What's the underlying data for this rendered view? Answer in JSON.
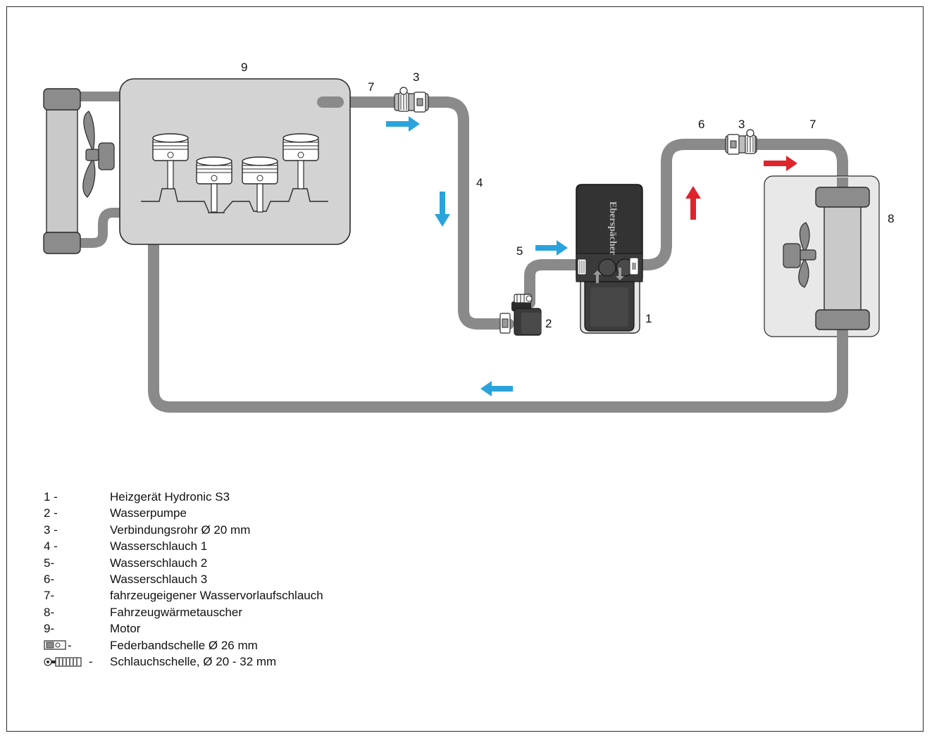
{
  "callouts": {
    "c1": "1",
    "c2": "2",
    "c3a": "3",
    "c3b": "3",
    "c4": "4",
    "c5": "5",
    "c6": "6",
    "c7a": "7",
    "c7b": "7",
    "c8": "8",
    "c9": "9"
  },
  "heater_label": "Eberspächer",
  "legend": [
    {
      "key": "1 -",
      "text": "Heizgerät Hydronic S3"
    },
    {
      "key": "2 -",
      "text": "Wasserpumpe"
    },
    {
      "key": "3 -",
      "text": "Verbindungsrohr Ø 20 mm"
    },
    {
      "key": "4 -",
      "text": "Wasserschlauch 1"
    },
    {
      "key": "5-",
      "text": "Wasserschlauch 2"
    },
    {
      "key": "6-",
      "text": "Wasserschlauch 3"
    },
    {
      "key": "7-",
      "text": "fahrzeugeigener Wasservorlaufschlauch"
    },
    {
      "key": "8-",
      "text": "Fahrzeugwärmetauscher"
    },
    {
      "key": "9-",
      "text": "Motor"
    },
    {
      "key": "-",
      "text": "Federbandschelle Ø 26 mm",
      "icon": "spring-band-clamp-icon"
    },
    {
      "key": "-",
      "text": "Schlauchschelle, Ø 20 - 32 mm",
      "icon": "hose-clamp-icon"
    }
  ],
  "colors": {
    "hose": "#8a8a8a",
    "engine_fill": "#d3d3d3",
    "exchanger_fill": "#e8e8e8",
    "cold_arrow": "#2aa3dc",
    "hot_arrow": "#e0242b",
    "radiator_tank": "#8c8c8c",
    "radiator_core": "#c9c9c9"
  }
}
